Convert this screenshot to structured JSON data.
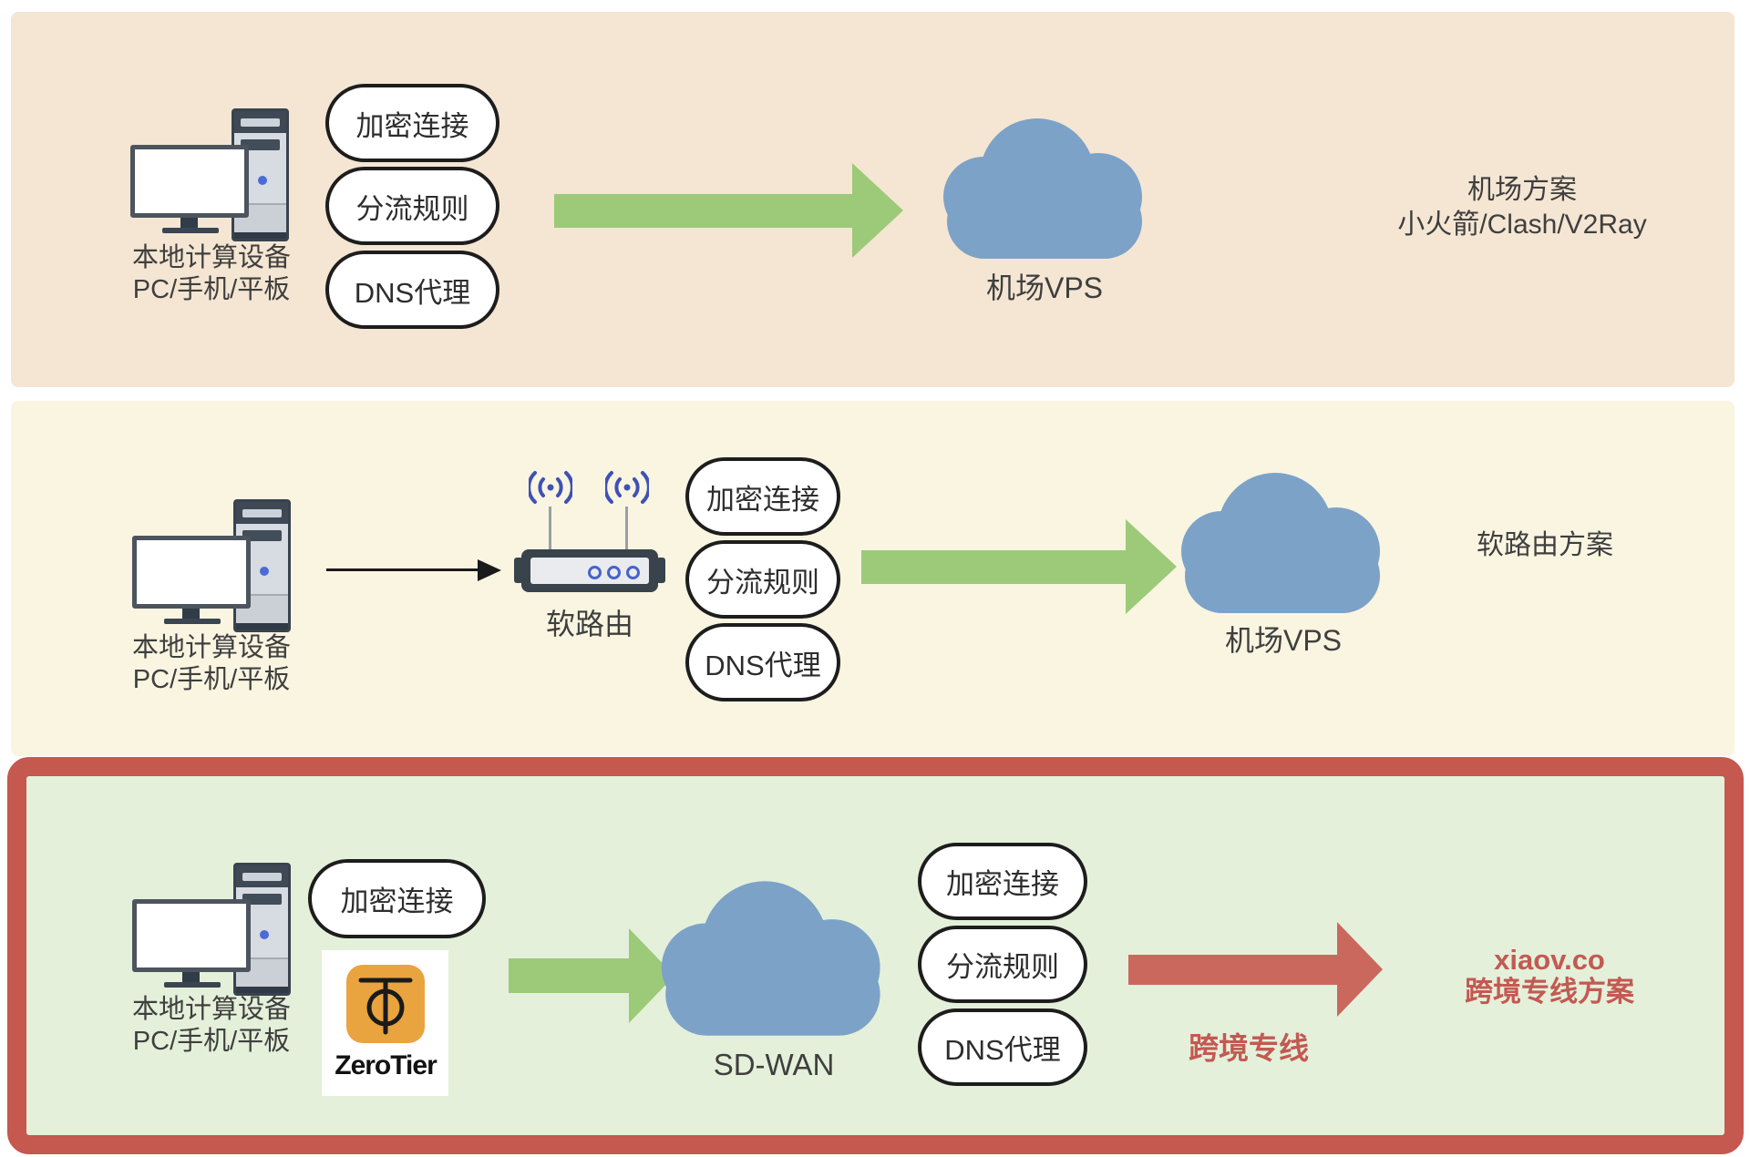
{
  "colors": {
    "band_airport_bg": "#f4e6d3",
    "band_softrouter_bg": "#f9f5e1",
    "band_dedicated_bg": "#e4f0da",
    "dedicated_border_red": "#c5584f",
    "flow_arrow_green": "#9cca78",
    "flow_arrow_red": "#ca685e",
    "cloud_blue": "#7da2c8",
    "accent_red_text": "#c25a52",
    "zerotier_orange": "#e9a43f",
    "wifi_blue": "#3f51b5"
  },
  "icons": {
    "device": "desktop-computer-icon",
    "cloud": "cloud-icon",
    "router": "wifi-router-icon",
    "wifi": "wifi-signal-icon",
    "zerotier": "zerotier-logo"
  },
  "sections": [
    {
      "id": "airport",
      "device": {
        "line1": "本地计算设备",
        "line2": "PC/手机/平板"
      },
      "pills": [
        "加密连接",
        "分流规则",
        "DNS代理"
      ],
      "cloud_label": "机场VPS",
      "title": {
        "line1": "机场方案",
        "line2": "小火箭/Clash/V2Ray"
      }
    },
    {
      "id": "soft-router",
      "device": {
        "line1": "本地计算设备",
        "line2": "PC/手机/平板"
      },
      "router_label": "软路由",
      "pills": [
        "加密连接",
        "分流规则",
        "DNS代理"
      ],
      "cloud_label": "机场VPS",
      "title": {
        "line1": "软路由方案"
      }
    },
    {
      "id": "cross-border",
      "device": {
        "line1": "本地计算设备",
        "line2": "PC/手机/平板"
      },
      "pill": "加密连接",
      "zerotier_label": "ZeroTier",
      "cloud_label": "SD-WAN",
      "pills": [
        "加密连接",
        "分流规则",
        "DNS代理"
      ],
      "arrow_label": "跨境专线",
      "title": {
        "line1": "xiaov.co",
        "line2": "跨境专线方案"
      }
    }
  ]
}
